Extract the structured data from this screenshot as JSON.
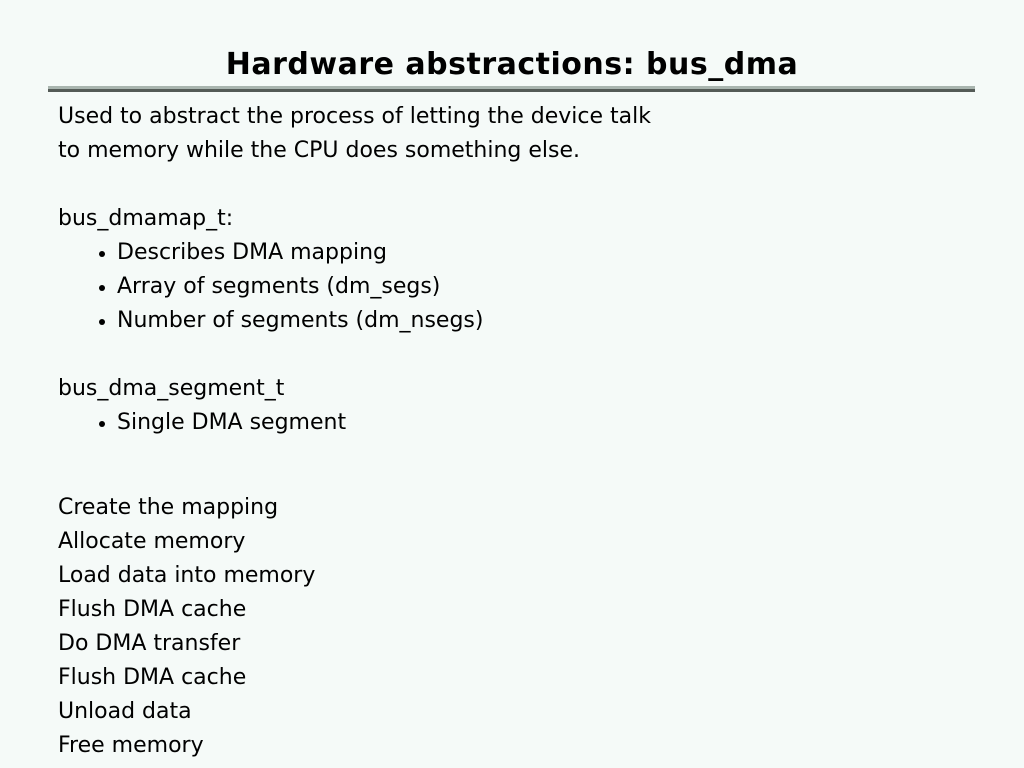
{
  "slide": {
    "title": "Hardware abstractions: bus_dma",
    "background_color": "#f5faf8",
    "text_color": "#000000",
    "rule": {
      "light_color": "#a9b5af",
      "dark_color": "#545b57"
    },
    "intro": [
      "Used to abstract the process of letting the device talk",
      "to memory while the CPU does something else."
    ],
    "sections": [
      {
        "heading": "bus_dmamap_t:",
        "bullets": [
          "Describes DMA mapping",
          "Array of segments (dm_segs)",
          "Number of segments (dm_nsegs)"
        ]
      },
      {
        "heading": "bus_dma_segment_t",
        "bullets": [
          "Single DMA segment"
        ]
      }
    ],
    "steps": [
      "Create the mapping",
      "Allocate memory",
      "Load data into memory",
      "Flush DMA cache",
      "Do DMA transfer",
      "Flush DMA cache",
      "Unload data",
      "Free memory"
    ]
  }
}
